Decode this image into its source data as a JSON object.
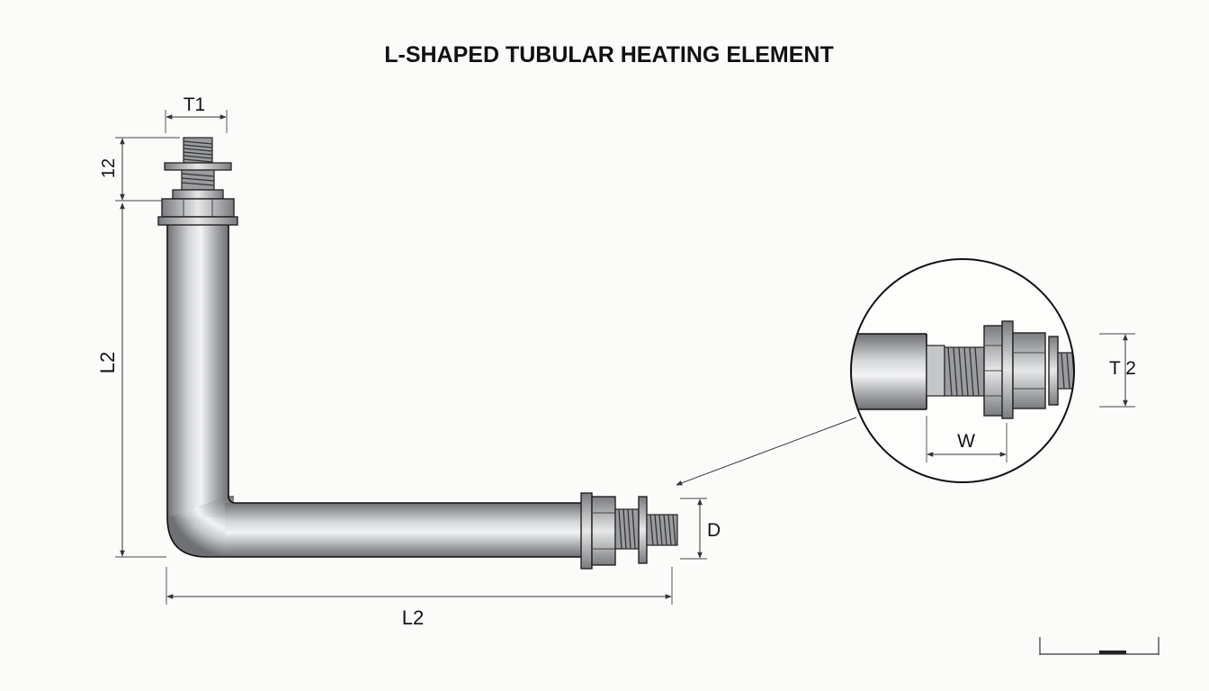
{
  "title": "L-SHAPED TUBULAR HEATING ELEMENT",
  "labels": {
    "t1": "T1",
    "height_12": "12",
    "l2_vertical": "L2",
    "l2_horizontal": "L2",
    "d": "D",
    "w": "W",
    "t2": "T 2"
  },
  "icons": {
    "scale_bar": "scale-bar-icon"
  },
  "colors": {
    "outline": "#111111",
    "steel_dark": "#6e7073",
    "steel_light": "#f2f3f4",
    "background": "#fbfbfa"
  }
}
